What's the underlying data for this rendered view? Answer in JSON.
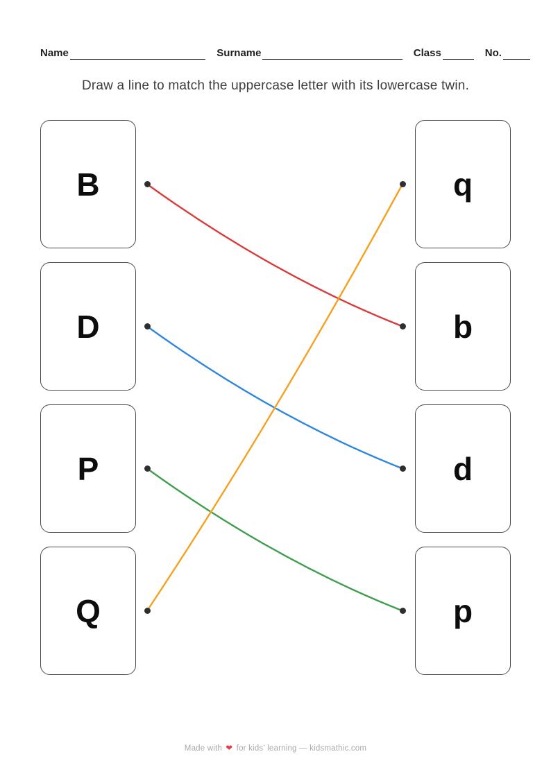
{
  "header": {
    "name_label": "Name",
    "surname_label": "Surname",
    "class_label": "Class",
    "no_label": "No."
  },
  "instruction": "Draw a line to match the uppercase letter with its lowercase twin.",
  "cards": {
    "left": [
      {
        "letter": "B"
      },
      {
        "letter": "D"
      },
      {
        "letter": "P"
      },
      {
        "letter": "Q"
      }
    ],
    "right": [
      {
        "letter": "q"
      },
      {
        "letter": "b"
      },
      {
        "letter": "d"
      },
      {
        "letter": "p"
      }
    ]
  },
  "connections": [
    {
      "from": "B",
      "to": "b",
      "left_index": 0,
      "right_index": 1,
      "color": "#d93b3b"
    },
    {
      "from": "D",
      "to": "d",
      "left_index": 1,
      "right_index": 2,
      "color": "#2e86de"
    },
    {
      "from": "P",
      "to": "p",
      "left_index": 2,
      "right_index": 3,
      "color": "#3f9e4d"
    },
    {
      "from": "Q",
      "to": "q",
      "left_index": 3,
      "right_index": 0,
      "color": "#f5a11f"
    }
  ],
  "style": {
    "dot_color": "#2f2f2f",
    "heart_color": "#e5394b",
    "card_border_color": "#4a4a4a"
  },
  "footer": {
    "prefix": "Made with",
    "heart_icon": "❤",
    "suffix": "for kids' learning — kidsmathic.com"
  }
}
